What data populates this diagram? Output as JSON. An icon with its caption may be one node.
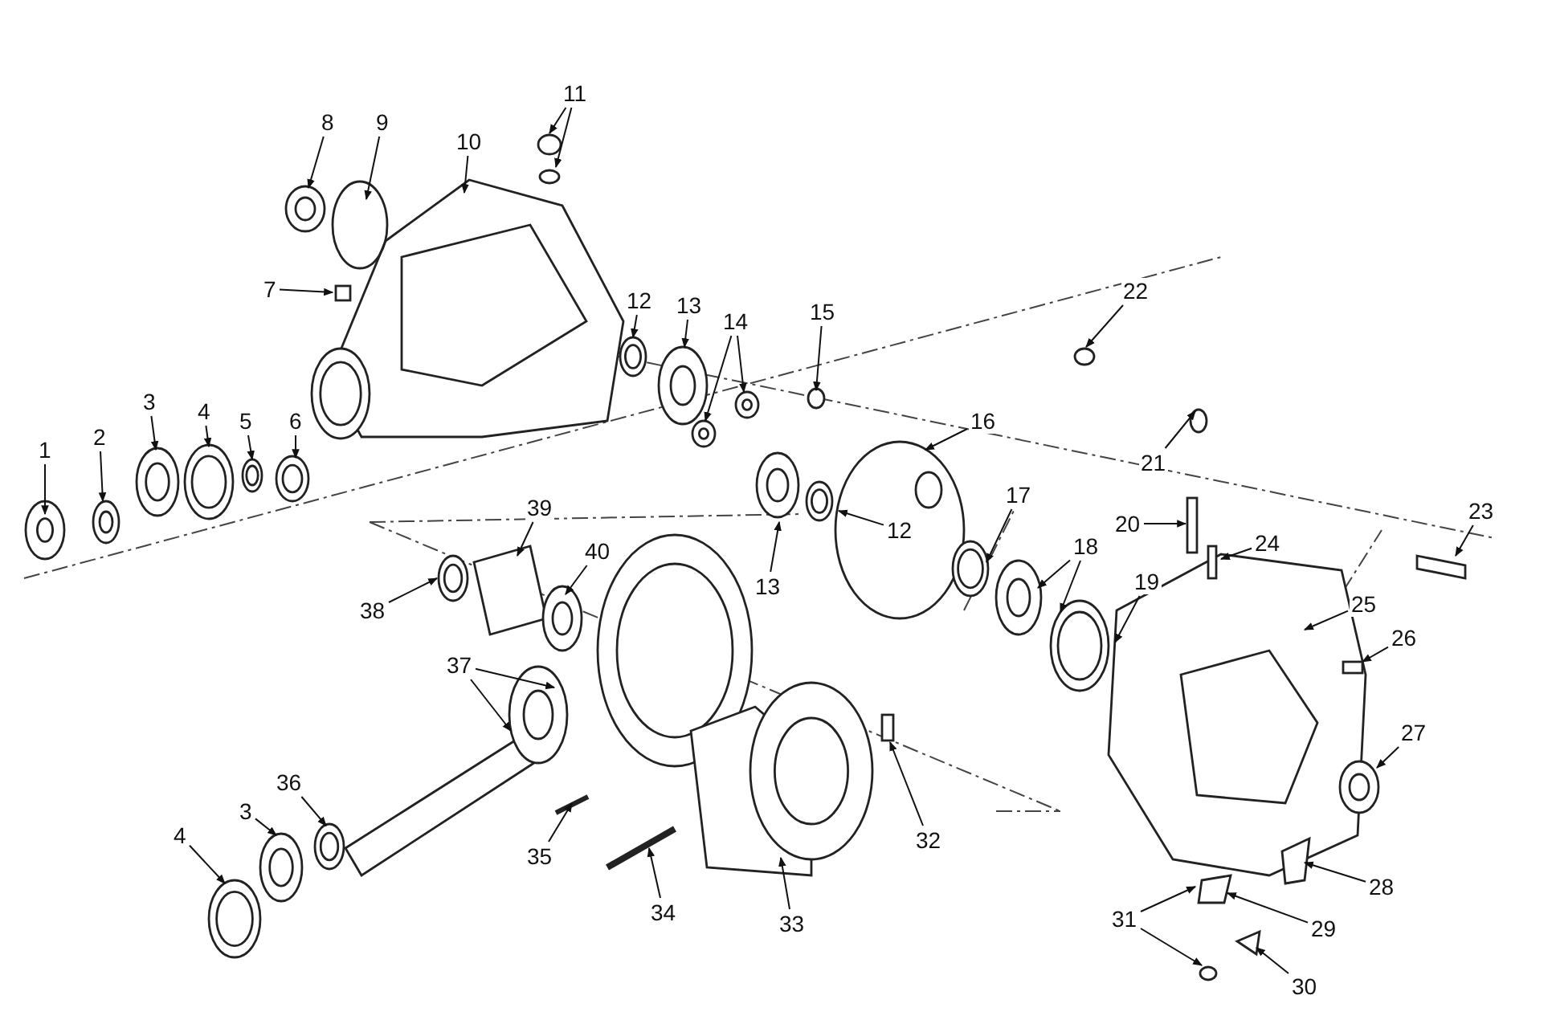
{
  "diagram": {
    "nodes": [
      {
        "text": [
          "1"
        ]
      },
      {
        "text": [
          "2"
        ]
      },
      {
        "text": [
          "3"
        ]
      },
      {
        "text": [
          "4"
        ]
      },
      {
        "text": [
          "5"
        ]
      },
      {
        "text": [
          "6"
        ]
      },
      {
        "text": [
          "7"
        ]
      },
      {
        "text": [
          "8"
        ]
      },
      {
        "text": [
          "9"
        ]
      },
      {
        "text": [
          "10"
        ]
      },
      {
        "text": [
          "11"
        ]
      },
      {
        "text": [
          "12"
        ]
      },
      {
        "text": [
          "13"
        ]
      },
      {
        "text": [
          "14"
        ]
      },
      {
        "text": [
          "15"
        ]
      },
      {
        "text": [
          "13"
        ]
      },
      {
        "text": [
          "12"
        ]
      },
      {
        "text": [
          "16"
        ]
      },
      {
        "text": [
          "17"
        ]
      },
      {
        "text": [
          "18"
        ]
      },
      {
        "text": [
          "19"
        ]
      },
      {
        "text": [
          "20"
        ]
      },
      {
        "text": [
          "21"
        ]
      },
      {
        "text": [
          "22"
        ]
      },
      {
        "text": [
          "23"
        ]
      },
      {
        "text": [
          "24"
        ]
      },
      {
        "text": [
          "25"
        ]
      },
      {
        "text": [
          "26"
        ]
      },
      {
        "text": [
          "27"
        ]
      },
      {
        "text": [
          "28"
        ]
      },
      {
        "text": [
          "29"
        ]
      },
      {
        "text": [
          "30"
        ]
      },
      {
        "text": [
          "31"
        ]
      },
      {
        "text": [
          "32"
        ]
      },
      {
        "text": [
          "33"
        ]
      },
      {
        "text": [
          "34"
        ]
      },
      {
        "text": [
          "35"
        ]
      },
      {
        "text": [
          "36"
        ]
      },
      {
        "text": [
          "3"
        ]
      },
      {
        "text": [
          "4"
        ]
      },
      {
        "text": [
          "37"
        ]
      },
      {
        "text": [
          "38"
        ]
      },
      {
        "text": [
          "39"
        ]
      },
      {
        "text": [
          "40"
        ]
      }
    ],
    "edges": [
      {
        "from": 0,
        "to": null,
        "arrow": "to"
      },
      {
        "from": 1,
        "to": null,
        "arrow": "to"
      },
      {
        "from": 2,
        "to": null,
        "arrow": "to"
      },
      {
        "from": 3,
        "to": null,
        "arrow": "to"
      },
      {
        "from": 4,
        "to": null,
        "arrow": "to"
      },
      {
        "from": 5,
        "to": null,
        "arrow": "to"
      },
      {
        "from": 6,
        "to": null,
        "arrow": "to"
      },
      {
        "from": 7,
        "to": null,
        "arrow": "to"
      },
      {
        "from": 8,
        "to": null,
        "arrow": "to"
      },
      {
        "from": 9,
        "to": null,
        "arrow": "to"
      },
      {
        "from": 10,
        "to": null,
        "arrow": "to"
      },
      {
        "from": 10,
        "to": null,
        "arrow": "to"
      },
      {
        "from": 11,
        "to": null,
        "arrow": "to"
      },
      {
        "from": 12,
        "to": null,
        "arrow": "to"
      },
      {
        "from": 13,
        "to": null,
        "arrow": "to"
      },
      {
        "from": 13,
        "to": null,
        "arrow": "to"
      },
      {
        "from": 14,
        "to": null,
        "arrow": "to"
      },
      {
        "from": 15,
        "to": null,
        "arrow": "to"
      },
      {
        "from": 16,
        "to": null,
        "arrow": "to"
      },
      {
        "from": 17,
        "to": null,
        "arrow": "to"
      },
      {
        "from": 18,
        "to": null,
        "arrow": "to"
      },
      {
        "from": 19,
        "to": null,
        "arrow": "to"
      },
      {
        "from": 19,
        "to": null,
        "arrow": "to"
      },
      {
        "from": 20,
        "to": null,
        "arrow": "to"
      },
      {
        "from": 21,
        "to": null,
        "arrow": "to"
      },
      {
        "from": 22,
        "to": null,
        "arrow": "to"
      },
      {
        "from": 23,
        "to": null,
        "arrow": "to"
      },
      {
        "from": 24,
        "to": null,
        "arrow": "to"
      },
      {
        "from": 25,
        "to": null,
        "arrow": "to"
      },
      {
        "from": 26,
        "to": null,
        "arrow": "to"
      },
      {
        "from": 27,
        "to": null,
        "arrow": "to"
      },
      {
        "from": 28,
        "to": null,
        "arrow": "to"
      },
      {
        "from": 29,
        "to": null,
        "arrow": "to"
      },
      {
        "from": 30,
        "to": null,
        "arrow": "to"
      },
      {
        "from": 31,
        "to": null,
        "arrow": "to"
      },
      {
        "from": 32,
        "to": null,
        "arrow": "to"
      },
      {
        "from": 32,
        "to": null,
        "arrow": "to"
      },
      {
        "from": 33,
        "to": null,
        "arrow": "to"
      },
      {
        "from": 34,
        "to": null,
        "arrow": "to"
      },
      {
        "from": 35,
        "to": null,
        "arrow": "to"
      },
      {
        "from": 36,
        "to": null,
        "arrow": "to"
      },
      {
        "from": 37,
        "to": null,
        "arrow": "to"
      },
      {
        "from": 38,
        "to": null,
        "arrow": "to"
      },
      {
        "from": 39,
        "to": null,
        "arrow": "to"
      },
      {
        "from": 40,
        "to": null,
        "arrow": "to"
      },
      {
        "from": 40,
        "to": null,
        "arrow": "to"
      },
      {
        "from": 41,
        "to": null,
        "arrow": "to"
      },
      {
        "from": 42,
        "to": null,
        "arrow": "to"
      },
      {
        "from": 43,
        "to": null,
        "arrow": "to"
      }
    ]
  }
}
